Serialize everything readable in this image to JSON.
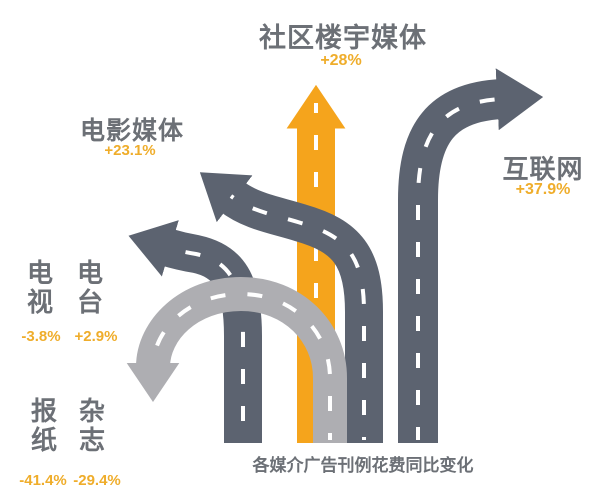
{
  "media": {
    "community": {
      "name": "社区楼宇媒体",
      "change": "+28%"
    },
    "film": {
      "name": "电影媒体",
      "change": "+23.1%"
    },
    "internet": {
      "name": "互联网",
      "change": "+37.9%"
    },
    "tv": {
      "name": "电视",
      "change": "-3.8%"
    },
    "radio": {
      "name": "电台",
      "change": "+2.9%"
    },
    "newspaper": {
      "name": "报纸",
      "change": "-41.4%"
    },
    "magazine": {
      "name": "杂志",
      "change": "-29.4%"
    }
  },
  "caption": "各媒介广告刊例花费同比变化",
  "colors": {
    "road_dark": "#5c6370",
    "road_light": "#aeaeb2",
    "road_orange": "#f5a41c",
    "percent_text": "#efad2b",
    "label_text": "#6c7076",
    "background": "#ffffff"
  },
  "chart_data": {
    "type": "bar",
    "title": "各媒介广告刊例花费同比变化",
    "categories": [
      "社区楼宇媒体",
      "电影媒体",
      "互联网",
      "电视",
      "电台",
      "报纸",
      "杂志"
    ],
    "values": [
      28,
      23.1,
      37.9,
      -3.8,
      2.9,
      -41.4,
      -29.4
    ],
    "value_labels": [
      "+28%",
      "+23.1%",
      "+37.9%",
      "-3.8%",
      "+2.9%",
      "-41.4%",
      "-29.4%"
    ],
    "unit": "%",
    "xlabel": "",
    "ylabel": "同比变化",
    "layout_hints": {
      "style": "pictogram of roads with arrowheads",
      "growth_arrows": "point up or up-left/up-right (社区楼宇媒体 straight up in orange, 互联网 curves right, 电影媒体 curves up-left, 电视/电台 curves left)",
      "decline_arrow": "报纸/杂志 shown as light-gray U-turn road pointing back down",
      "legend": "none",
      "grid": "off"
    }
  }
}
